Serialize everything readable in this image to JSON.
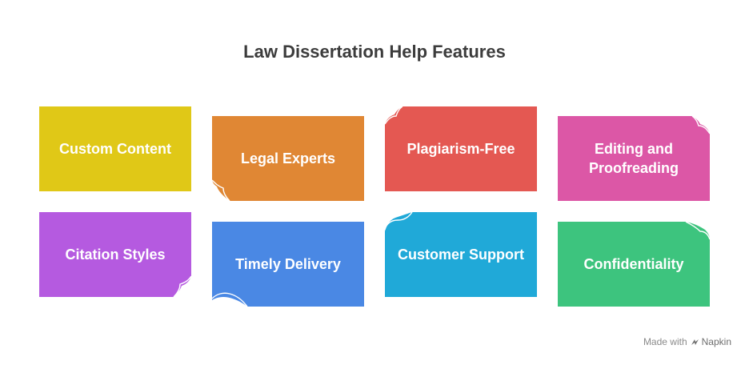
{
  "title": "Law Dissertation Help Features",
  "cards": [
    {
      "label": "Custom Content",
      "color": "#E0C817"
    },
    {
      "label": "Legal Experts",
      "color": "#E08734"
    },
    {
      "label": "Plagiarism-Free",
      "color": "#E45852"
    },
    {
      "label": "Editing and Proofreading",
      "color": "#DC57A6"
    },
    {
      "label": "Citation Styles",
      "color": "#B55AE0"
    },
    {
      "label": "Timely Delivery",
      "color": "#4A88E4"
    },
    {
      "label": "Customer Support",
      "color": "#20A9D8"
    },
    {
      "label": "Confidentiality",
      "color": "#3DC47E"
    }
  ],
  "footer": {
    "made_with": "Made with",
    "brand": "Napkin",
    "brand_icon": "napkin-logo-icon"
  }
}
